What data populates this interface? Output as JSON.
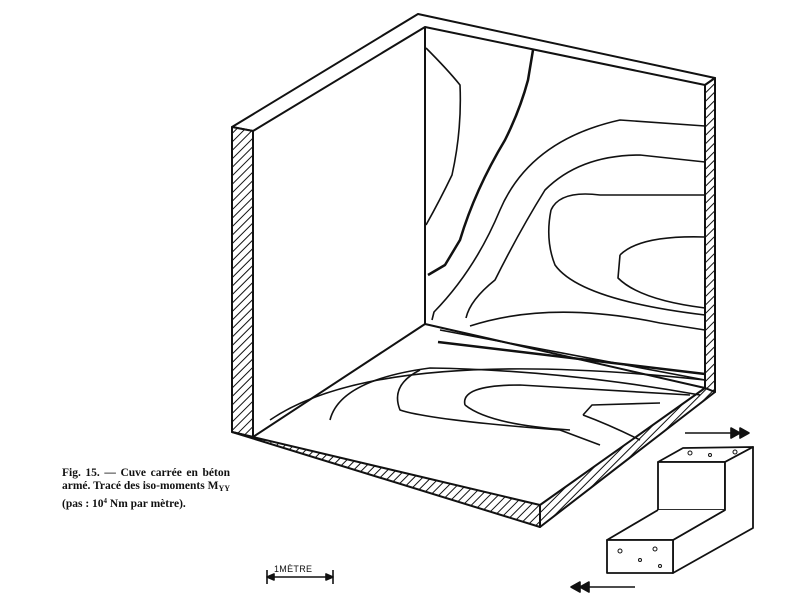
{
  "figure": {
    "caption_prefix": "Fig. 15. — Cuve carrée en béton armé. Tracé des iso-moments",
    "caption_symbol": "M",
    "caption_subscript": "YY",
    "caption_mid": "(pas :",
    "caption_number": "10",
    "caption_exponent": "4",
    "caption_suffix": "Nm par mètre).",
    "scale_label": "1MÈTRE"
  },
  "colors": {
    "ink": "#111111",
    "paper": "#ffffff"
  }
}
